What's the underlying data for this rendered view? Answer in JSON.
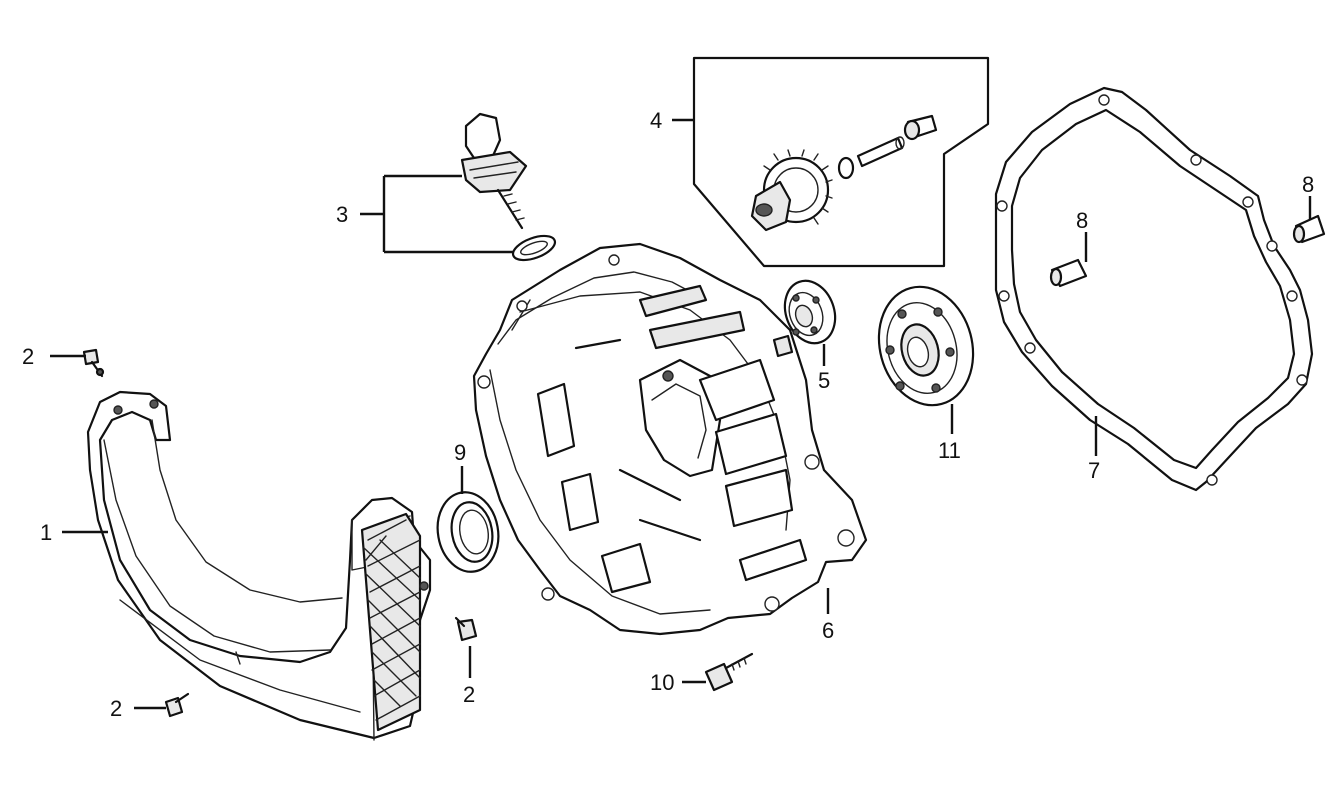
{
  "callouts": {
    "c1": "1",
    "c2a": "2",
    "c2b": "2",
    "c2c": "2",
    "c3": "3",
    "c4": "4",
    "c5": "5",
    "c6": "6",
    "c7": "7",
    "c8a": "8",
    "c8b": "8",
    "c9": "9",
    "c10": "10",
    "c11": "11"
  }
}
